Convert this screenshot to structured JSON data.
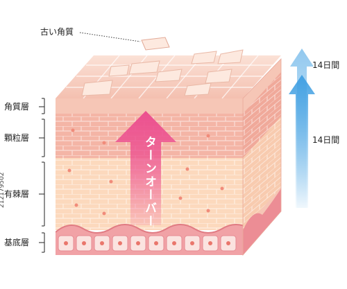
{
  "labels": {
    "old_stratum": "古い角質",
    "stratum_corneum": "角質層",
    "stratum_granulosum": "顆粒層",
    "stratum_spinosum": "有棘層",
    "stratum_basale": "基底層"
  },
  "turnover_text": "ターンオーバー",
  "durations": {
    "upper": "14日間",
    "lower": "14日間"
  },
  "watermark": "212179502",
  "colors": {
    "corneum": "#f6c6b6",
    "granulosum": "#f4b5a6",
    "spinosum": "#fcd9bd",
    "basale": "#f1a2a6",
    "turnover_arrow": "#ec4f8f",
    "duration_arrow": "#3f9fe2"
  },
  "icons": {
    "skin_layers": "skin-layer-cross-section",
    "arrow": "arrow-up-icon"
  }
}
